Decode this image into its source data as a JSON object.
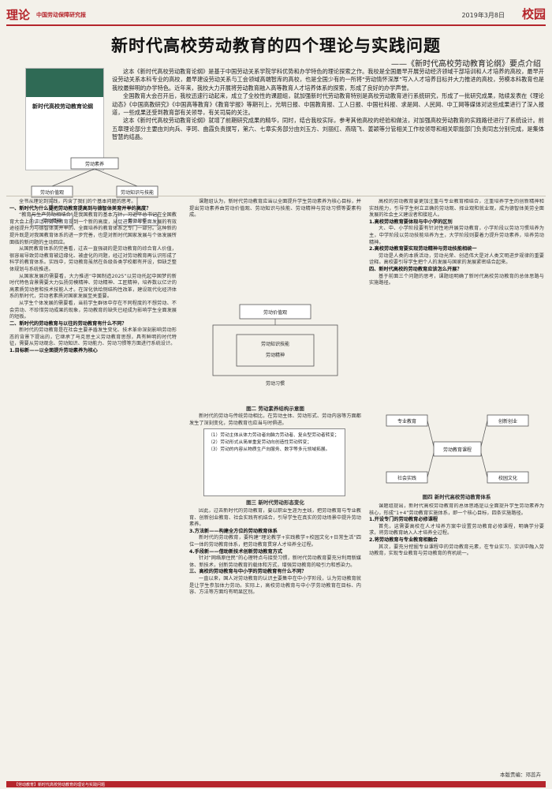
{
  "header": {
    "logo": "理论",
    "paper_name": "中国劳动保障研究报",
    "date": "2019年3月8日",
    "section": "校园"
  },
  "article": {
    "title": "新时代高校劳动教育的四个理论与实践问题",
    "subtitle": "——《新时代高校劳动教育论纲》要点介绍",
    "book_cover_title": "新时代高校劳动教育论纲",
    "intro_p1": "这本《新时代高校劳动教育论纲》是基于中国劳动关系学院学科优势和办学特色的理论探索之作。我校是全国最早开展劳动经济领域干部培训和人才培养的高校，最早开设劳动关系本科专业的高校，最早建设劳动关系与工会领域高端智库的高校，也是全国少有的一所将“劳动情怀深厚”写入人才培养目标并大力推进的高校，劳模本科教育也是我校最鲜明的办学特色。近年来，我校大力开展将劳动教育融入高等教育人才培养体系的探索，形成了良好的办学声誉。",
    "intro_p2": "全国教育大会召开后，我校迅速行动起来，成立了全校性的课题组，就加强新时代劳动教育特别是高校劳动教育进行系统研究，形成了一批研究成果，陆续发表在《理论动态》《中国高教研究》《中国高等教育》《教育学报》等期刊上，光明日报、中国教育报、工人日报、中国社科报、求是网、人民网、中工网等媒体对这些成果进行了深入报道，一些成果还受到教育部有关领导，有关司局的关注。",
    "intro_p3": "这本《新时代高校劳动教育论纲》就增了前期研究成果的精华，同时，结合我校实际，参考其他高校的经验和做法，对加强高校劳动教育的实践路径进行了系统设计。前五章理论部分主要由刘向兵、李珂、曲霞负责撰写，第六、七章实务部分由刘玉方、刘丽红、燕晓飞、姜颖等分管相关工作校领导和相关职能部门负责同志分别完成，是集体智慧的结晶。",
    "col1_lead": "全书从理论到实践，内含了我们的个基本问题的思考。",
    "col1_h1": "一、新时代为什么要把劳动教育提高到与德智体美育并举的高度？",
    "col1_p1": "“教育与生产劳动相结合”是我国教育的基本方针，习近平总书记在全国教育大会上的讲话将劳动教育提到一个新的高度，从促进青少年全面发展的有效途径提升为与德智体美并举的、全面培养的教育体系之专门一部分。这种新的提升既是对我国教育体系的进一步完善，也是对新时代国家发展与个体发展所面临的新问题的主动回应。",
    "col1_p2": "从国民教育体系的完善看，过去一直强调的是劳动教育的综合育人价值，很容易导致劳动教育被边缘化、被虚化的问题，经过对劳动教育再认识形成了科学的教育体系。实践中，劳动教育虽然在各级各类学校都有开设，但缺乏整体规划与系统推进。",
    "col1_p3": "从国家发展的需要看，大力推进“中国制造2025”以劳动托起中国梦的新时代特色背景需要大力弘扬劳模精神、劳动精神、工匠精神，培养数以亿计的高素质劳动者和技术技能人才。在深化供给侧结构性改革，建设现代化经济体系的新时代，劳动者素质对国家发展至关重要。",
    "col1_p4": "从学生个体发展的需要看，当前学生群体中存在不同程度的不想劳动、不会劳动、不珍惜劳动成果的现象，劳动教育的缺失已经成为影响学生全面发展的短板。",
    "col1_h2": "二、新时代的劳动教育与以往的劳动教育有什么不同？",
    "col1_p5": "新时代的劳动教育是在社会主要矛盾发生变化、技术革命深刻影响劳动形态的背景下提出的，它继承了马克思主义劳动教育思想，具有鲜明的时代特征，需要从劳动观念、劳动知识、劳动能力、劳动习惯等方面进行系统设计。",
    "col1_h3": "1.目标新——以全面提升劳动素养为核心",
    "col2_p1": "课题组认为，新时代劳动教育应当以全面提升学生劳动素养为核心目标，并提出劳动素养由劳动价值观、劳动知识与技能、劳动精神与劳动习惯等要素构成。",
    "col2_caption1": "图二 劳动素养结构示意图",
    "col2_p2": "新时代的劳动与传统劳动相比，在劳动主体、劳动形式、劳动内容等方面都发生了深刻变化，劳动教育也应当与时俱进。",
    "col2_box1": "（1）劳动主体从体力劳动者向脑力劳动者、复合型劳动者转变；",
    "col2_box2": "（2）劳动形式从简单重复劳动向创造性劳动转变；",
    "col2_box3": "（3）劳动的内容从物质生产向服务、数字等多元领域拓展。",
    "col2_caption2": "图三 新时代劳动形态变化",
    "col2_p3": "因此，过去新时代的劳动教育，要以职业生涯为主线，把劳动教育与专业教育、创新创业教育、社会实践有机结合，引导学生在真实的劳动场景中提升劳动素养。",
    "col2_h1": "3.方法新——构建全方位的劳动教育体系",
    "col2_p4": "新时代的劳动教育，要构建“理论教学+实践教学+校园文化+日常生活”四位一体的劳动教育体系，把劳动教育贯穿人才培养全过程。",
    "col2_h2": "4.手段新——借助新技术创新劳动教育方式",
    "col2_p5": "针对“网络原住民”的心理特点与接受习惯，新时代劳动教育要充分利用新媒体、新技术，创新劳动教育的载体和方式，增强劳动教育的吸引力和感染力。",
    "col2_h3": "三、高校的劳动教育与中小学的劳动教育有什么不同？",
    "col2_p6": "一直以来，国人对劳动教育的认识主要集中在中小学阶段，认为劳动教育就是让学生参加体力劳动。实际上，高校劳动教育与中小学劳动教育在目标、内容、方法等方面均有明显区别。",
    "col3_p1": "高校的劳动教育要更加注重与专业教育相结合，注重培养学生的创新精神和实践能力，引导学生树立正确的劳动观、择业观和就业观，成为德智体美劳全面发展的社会主义建设者和接班人。",
    "col3_h1": "1.高校劳动教育要体现与中小学的区别",
    "col3_p2": "大、中、小学阶段要有针对性地开展劳动教育，小学阶段以劳动习惯培养为主，中学阶段以劳动技能培养为主，大学阶段则要着力提升劳动素养，培养劳动精神。",
    "col3_h2": "2.高校劳动教育要实现劳动精神与劳动技能相统一",
    "col3_p3": "劳动是人类的本质活动，劳动光荣、创造伟大是对人类文明进步规律的重要诠释。高校要引导学生把个人的发展与国家的发展紧密结合起来。",
    "col3_h3": "四、新时代高校的劳动教育应该怎么开展？",
    "col3_p4": "基于前面三个问题的思考，课题组明确了新时代高校劳动教育的总体思路与实施路径。",
    "col3_caption": "图四 新时代高校劳动教育体系",
    "col3_p5": "课题组提出，新时代高校劳动教育的总体思路是以全面提升学生劳动素养为核心，形成“1+4”劳动教育实施体系，即一个核心目标，四条实施路径。",
    "col3_h4": "1.开设专门的劳动教育必修课程",
    "col3_p6": "首先，这需要高校在人才培养方案中设置劳动教育必修课程，明确学分要求，将劳动教育纳入人才培养全过程。",
    "col3_h5": "2.将劳动教育与专业教育相融合",
    "col3_p7": "其次，要充分挖掘专业课程中的劳动教育元素，在专业实习、实训中融入劳动教育，实现专业教育与劳动教育的有机统一。",
    "editor": "本版责编：邓蕊卉",
    "footer_note": "【劳动教育】新时代高校劳动教育的理论与实践问题"
  },
  "figures": {
    "fig1_nodes": [
      "劳动价值观",
      "劳动知识与技能",
      "劳动精神",
      "劳动习惯",
      "劳动素养"
    ],
    "fig2_nodes": [
      "劳动价值观",
      "劳动知识技能",
      "劳动精神",
      "劳动习惯"
    ],
    "fig4_nodes": [
      "劳动教育课程",
      "专业教育",
      "创新创业",
      "社会实践",
      "校园文化"
    ]
  },
  "colors": {
    "accent": "#b5262c",
    "paper": "#f3f1ea",
    "cover_band": "#2f6a55"
  }
}
